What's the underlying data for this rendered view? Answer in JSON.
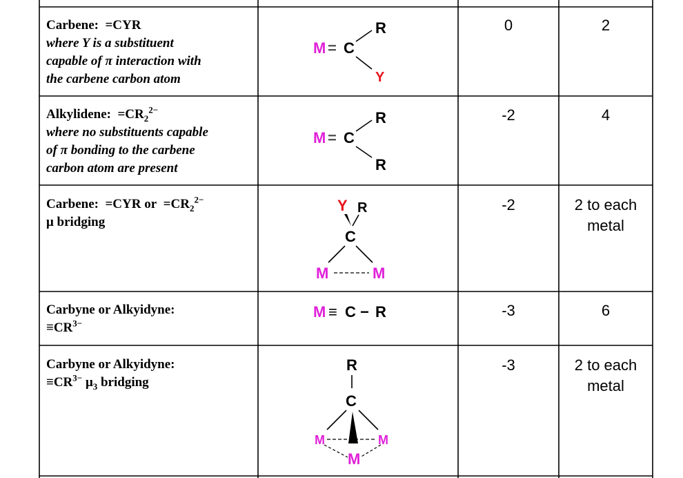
{
  "rows": [
    {
      "name": "Carbene:",
      "formula": "=CYR",
      "note_lines": [
        "where Y is a substituent",
        "capable of π interaction with",
        "the carbene carbon atom"
      ],
      "atoms": {
        "metal": "M",
        "bond": "=",
        "carbon": "C",
        "top": "R",
        "bottom": "Y"
      },
      "charge": "0",
      "electrons": "2"
    },
    {
      "name": "Alkylidene:",
      "formula_base": "=CR",
      "formula_sub": "2",
      "formula_sup": "2−",
      "note_lines": [
        "where no substituents capable",
        "of π bonding to the carbene",
        "carbon atom are present"
      ],
      "atoms": {
        "metal": "M",
        "bond": "=",
        "carbon": "C",
        "top": "R",
        "bottom": "R"
      },
      "charge": "-2",
      "electrons": "4"
    },
    {
      "name": "Carbene:",
      "formula_a": "=CYR or",
      "formula_b_base": "=CR",
      "formula_b_sub": "2",
      "formula_b_sup": "2−",
      "line2": "μ bridging",
      "atoms": {
        "left_sub": "Y",
        "right_sub": "R",
        "carbon": "C",
        "metal_left": "M",
        "metal_right": "M"
      },
      "charge": "-2",
      "electrons_lines": [
        "2 to each",
        "metal"
      ]
    },
    {
      "name": "Carbyne or Alkyidyne:",
      "formula_base": "≡CR",
      "formula_sup": "3−",
      "structure": {
        "metal": "M",
        "bond": "≡",
        "carbon": "C",
        "bond2": "−",
        "r": "R"
      },
      "charge": "-3",
      "electrons": "6"
    },
    {
      "name": "Carbyne or Alkyidyne:",
      "formula_base": "≡CR",
      "formula_sup": "3−",
      "mu": "μ",
      "mu_sub": "3",
      "bridging": "bridging",
      "atoms": {
        "top": "R",
        "carbon": "C",
        "metal_left": "M",
        "metal_right": "M",
        "metal_bottom": "M"
      },
      "charge": "-3",
      "electrons_lines": [
        "2 to each",
        "metal"
      ]
    }
  ],
  "colors": {
    "metal": "#e020d8",
    "substituent_y": "#e8141c",
    "text": "#000000",
    "grid": "#000000"
  }
}
